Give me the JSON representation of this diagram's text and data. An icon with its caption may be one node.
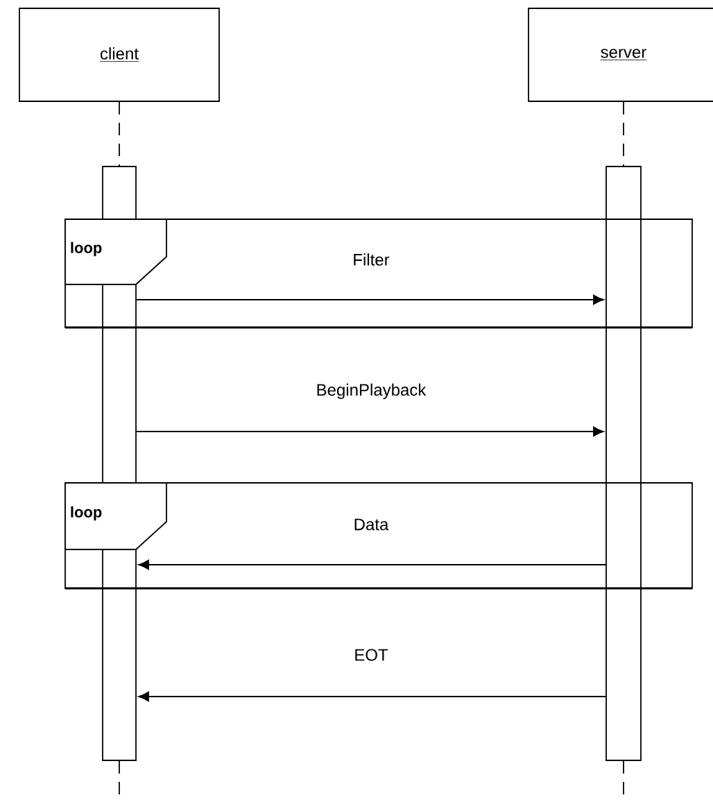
{
  "diagram": {
    "nodes": [
      {
        "text": [
          "client"
        ]
      },
      {
        "text": [
          "server"
        ]
      },
      {
        "text": [],
        "shape": "bar"
      },
      {
        "text": [],
        "shape": "bar"
      },
      {
        "text": [
          "loop"
        ]
      },
      {
        "text": [
          "loop"
        ]
      }
    ],
    "edges": [
      {
        "from": 0,
        "to": 2,
        "arrow": "none",
        "style": "dashed"
      },
      {
        "from": 2,
        "to": null,
        "arrow": "none",
        "style": "dashed"
      },
      {
        "from": 1,
        "to": 3,
        "arrow": "none",
        "style": "dashed"
      },
      {
        "from": 3,
        "to": null,
        "arrow": "none",
        "style": "dashed"
      },
      {
        "from": 2,
        "to": 3,
        "arrow": "to",
        "label": "Filter"
      },
      {
        "from": 2,
        "to": 3,
        "arrow": "to",
        "label": "BeginPlayback"
      },
      {
        "from": 3,
        "to": 2,
        "arrow": "to",
        "label": "Data"
      },
      {
        "from": 3,
        "to": 2,
        "arrow": "to",
        "label": "EOT"
      }
    ]
  }
}
